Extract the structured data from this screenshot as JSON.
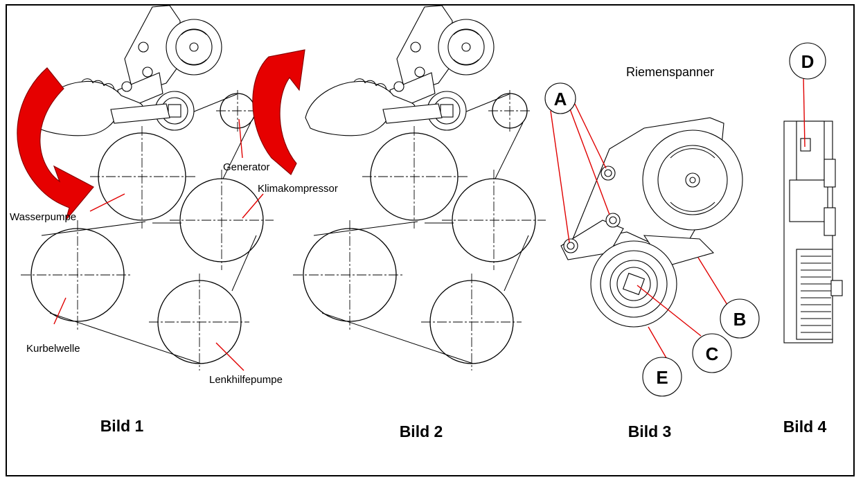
{
  "labels": {
    "wasserpumpe": "Wasserpumpe",
    "generator": "Generator",
    "klimakompressor": "Klimakompressor",
    "kurbelwelle": "Kurbelwelle",
    "lenkhilfepumpe": "Lenkhilfepumpe",
    "riemenspanner": "Riemenspanner"
  },
  "callouts": {
    "a": "A",
    "b": "B",
    "c": "C",
    "d": "D",
    "e": "E"
  },
  "captions": {
    "bild1": "Bild 1",
    "bild2": "Bild 2",
    "bild3": "Bild 3",
    "bild4": "Bild 4"
  },
  "colors": {
    "arrow": "#e60000",
    "leader": "#e00000"
  }
}
